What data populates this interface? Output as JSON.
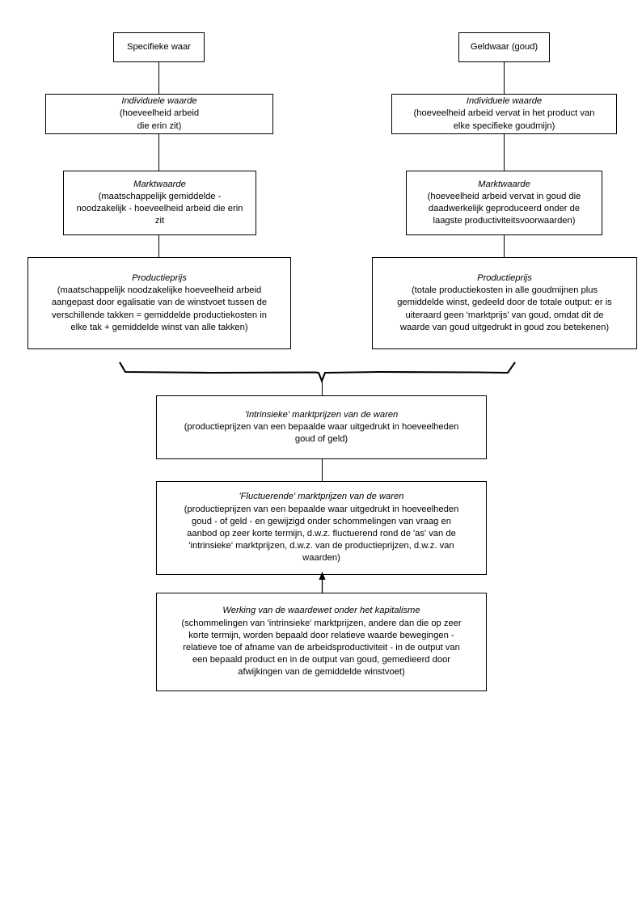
{
  "diagram": {
    "columns": {
      "left": {
        "root": {
          "label": "Specifieke waar"
        },
        "individuele": {
          "title": "Individuele waarde",
          "body": "(hoeveelheid arbeid\ndie erin zit)"
        },
        "marktwaarde": {
          "title": "Marktwaarde",
          "body": "(maatschappelijk gemiddelde -\nnoodzakelijk - hoeveelheid arbeid die erin\nzit"
        },
        "productieprijs": {
          "title": "Productieprijs",
          "body": "(maatschappelijk noodzakelijke hoeveelheid arbeid\naangepast door egalisatie van de winstvoet tussen de\nverschillende takken = gemiddelde productiekosten in\nelke tak + gemiddelde winst van alle takken)"
        }
      },
      "right": {
        "root": {
          "label": "Geldwaar (goud)"
        },
        "individuele": {
          "title": "Individuele waarde",
          "body": "(hoeveelheid arbeid vervat in het product van\nelke specifieke goudmijn)"
        },
        "marktwaarde": {
          "title": "Marktwaarde",
          "body": "(hoeveelheid arbeid vervat in goud die\ndaadwerkelijk geproduceerd onder de\nlaagste productiviteitsvoorwaarden)"
        },
        "productieprijs": {
          "title": "Productieprijs",
          "body": "(totale productiekosten in alle goudmijnen plus\ngemiddelde winst, gedeeld door de totale output: er is\nuiteraard geen 'marktprijs' van goud, omdat dit de\nwaarde van goud uitgedrukt in goud zou betekenen)"
        }
      }
    },
    "merged": {
      "intrinsieke": {
        "title": "'Intrinsieke' marktprijzen van de waren",
        "body": "(productieprijzen van een bepaalde waar uitgedrukt in hoeveelheden\ngoud of geld)"
      },
      "fluctuerende": {
        "title": "'Fluctuerende' marktprijzen van de waren",
        "body": "(productieprijzen van een bepaalde waar uitgedrukt in hoeveelheden\ngoud - of geld - en gewijzigd onder schommelingen van vraag en\naanbod op zeer korte termijn, d.w.z. fluctuerend rond de 'as' van de\n'intrinsieke' marktprijzen, d.w.z. van de productieprijzen, d.w.z. van\nwaarden)"
      },
      "werking": {
        "title": "Werking van de waardewet onder het kapitalisme",
        "body": "(schommelingen van 'intrinsieke' marktprijzen, andere dan die op zeer\nkorte termijn, worden bepaald door relatieve waarde bewegingen -\nrelatieve toe of afname van de arbeidsproductiviteit - in de output van\neen bepaald product en in de output van goud, gemedieerd door\nafwijkingen van de gemiddelde winstvoet)"
      }
    },
    "connectors": {
      "brace": "merge-brace",
      "arrow_up": "upward-arrow"
    },
    "colors": {
      "stroke": "#000000",
      "fill": "#ffffff",
      "text": "#000000"
    }
  }
}
